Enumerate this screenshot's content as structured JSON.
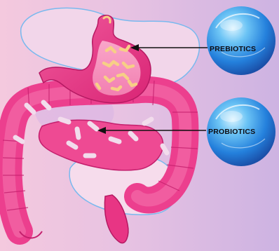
{
  "labels": {
    "prebiotics": "PREBIOTICS",
    "probiotics": "PROBIOTICS"
  },
  "colors": {
    "background_left": "#f4c9de",
    "background_right": "#cdb3e2",
    "intestine": "#ec3f8e",
    "stomach": "#e9307f",
    "prebiotic_particles": "#f7cf86",
    "probiotic_bacteria": "#f2dcec",
    "sphere": "#2f8fe6",
    "arrow": "#111111"
  },
  "icons": {
    "sphere_top": "glossy-blue-sphere",
    "sphere_bottom": "glossy-blue-sphere"
  }
}
